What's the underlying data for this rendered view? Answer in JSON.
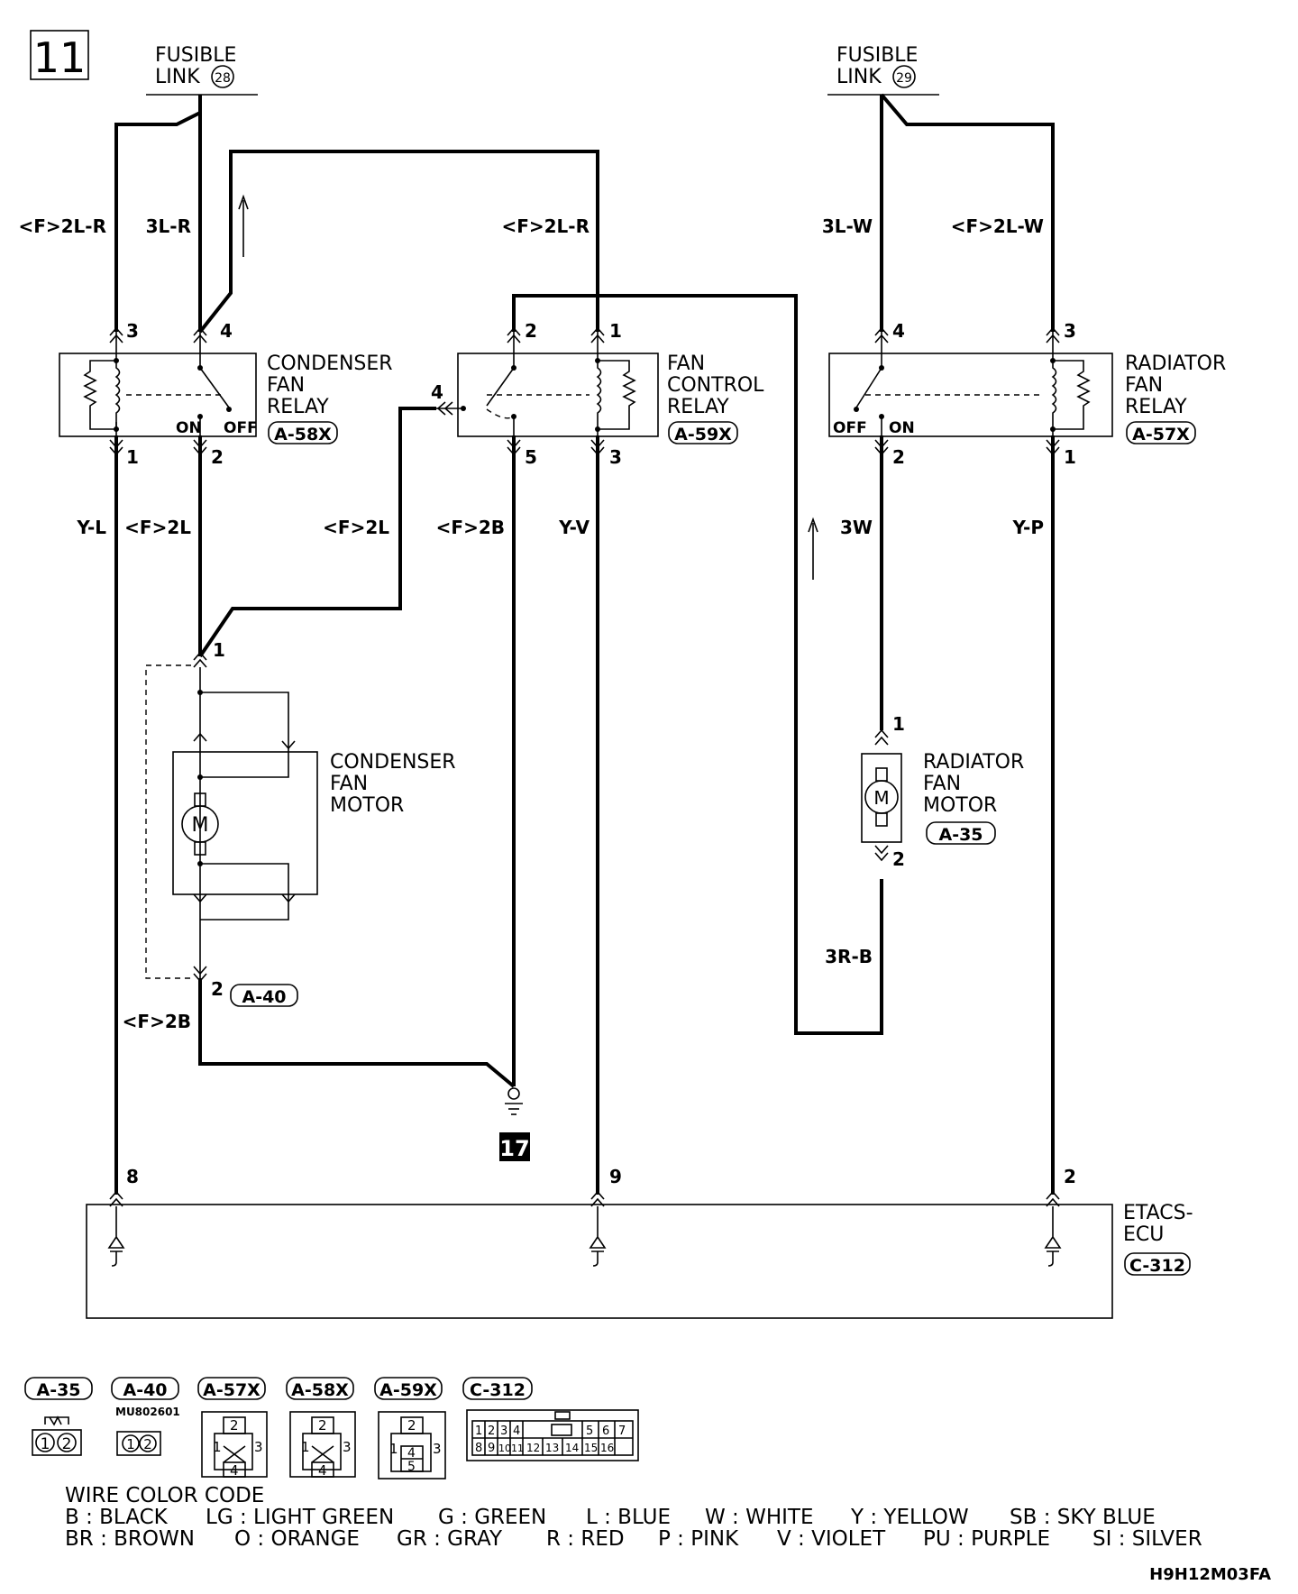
{
  "page_number": "11",
  "fusible_links": [
    {
      "line1": "FUSIBLE",
      "line2": "LINK",
      "number": "28"
    },
    {
      "line1": "FUSIBLE",
      "line2": "LINK",
      "number": "29"
    }
  ],
  "wire_labels": {
    "w1": "<F>2L-R",
    "w2": "3L-R",
    "w3": "<F>2L-R",
    "w4": "3L-W",
    "w5": "<F>2L-W",
    "w6": "Y-L",
    "w7": "<F>2L",
    "w8": "<F>2L",
    "w9": "<F>2B",
    "w10": "Y-V",
    "w11": "3W",
    "w12": "Y-P",
    "w13": "3R-B",
    "w14": "<F>2B"
  },
  "components": {
    "condenser_relay": {
      "line1": "CONDENSER",
      "line2": "FAN",
      "line3": "RELAY",
      "code": "A-58X",
      "on": "ON",
      "off": "OFF"
    },
    "fan_control_relay": {
      "line1": "FAN",
      "line2": "CONTROL",
      "line3": "RELAY",
      "code": "A-59X"
    },
    "radiator_relay": {
      "line1": "RADIATOR",
      "line2": "FAN",
      "line3": "RELAY",
      "code": "A-57X",
      "on": "ON",
      "off": "OFF"
    },
    "condenser_motor": {
      "line1": "CONDENSER",
      "line2": "FAN",
      "line3": "MOTOR",
      "code": "A-40",
      "motor_symbol": "M"
    },
    "radiator_motor": {
      "line1": "RADIATOR",
      "line2": "FAN",
      "line3": "MOTOR",
      "code": "A-35",
      "motor_symbol": "M"
    },
    "etacs": {
      "line1": "ETACS-",
      "line2": "ECU",
      "code": "C-312"
    },
    "ground": {
      "number": "17"
    }
  },
  "pins": {
    "p1": "3",
    "p2": "4",
    "p3": "2",
    "p4": "1",
    "p5": "4",
    "p6": "3",
    "p7": "1",
    "p8": "2",
    "p9": "4",
    "p10": "5",
    "p11": "3",
    "p12": "2",
    "p13": "1",
    "p14": "1",
    "p15": "1",
    "p16": "2",
    "p17": "2",
    "p18": "8",
    "p19": "9",
    "p20": "2"
  },
  "connectors": {
    "items": [
      {
        "code": "A-35",
        "pins": [
          "1",
          "2"
        ]
      },
      {
        "code": "A-40",
        "part_no": "MU802601",
        "pins": [
          "1",
          "2"
        ]
      },
      {
        "code": "A-57X",
        "pins": [
          "1",
          "2",
          "3",
          "4"
        ]
      },
      {
        "code": "A-58X",
        "pins": [
          "1",
          "2",
          "3",
          "4"
        ]
      },
      {
        "code": "A-59X",
        "pins": [
          "1",
          "2",
          "3",
          "4",
          "5"
        ]
      },
      {
        "code": "C-312",
        "pins": [
          "1",
          "2",
          "3",
          "4",
          "5",
          "6",
          "7",
          "8",
          "9",
          "10",
          "11",
          "12",
          "13",
          "14",
          "15",
          "16"
        ]
      }
    ]
  },
  "legend": {
    "title": "WIRE COLOR CODE",
    "row1": [
      "B : BLACK",
      "LG : LIGHT GREEN",
      "G : GREEN",
      "L : BLUE",
      "W : WHITE",
      "Y : YELLOW",
      "SB : SKY BLUE"
    ],
    "row2": [
      "BR : BROWN",
      "O : ORANGE",
      "GR : GRAY",
      "R : RED",
      "P : PINK",
      "V : VIOLET",
      "PU : PURPLE",
      "SI : SILVER"
    ]
  },
  "figure_code": "H9H12M03FA"
}
